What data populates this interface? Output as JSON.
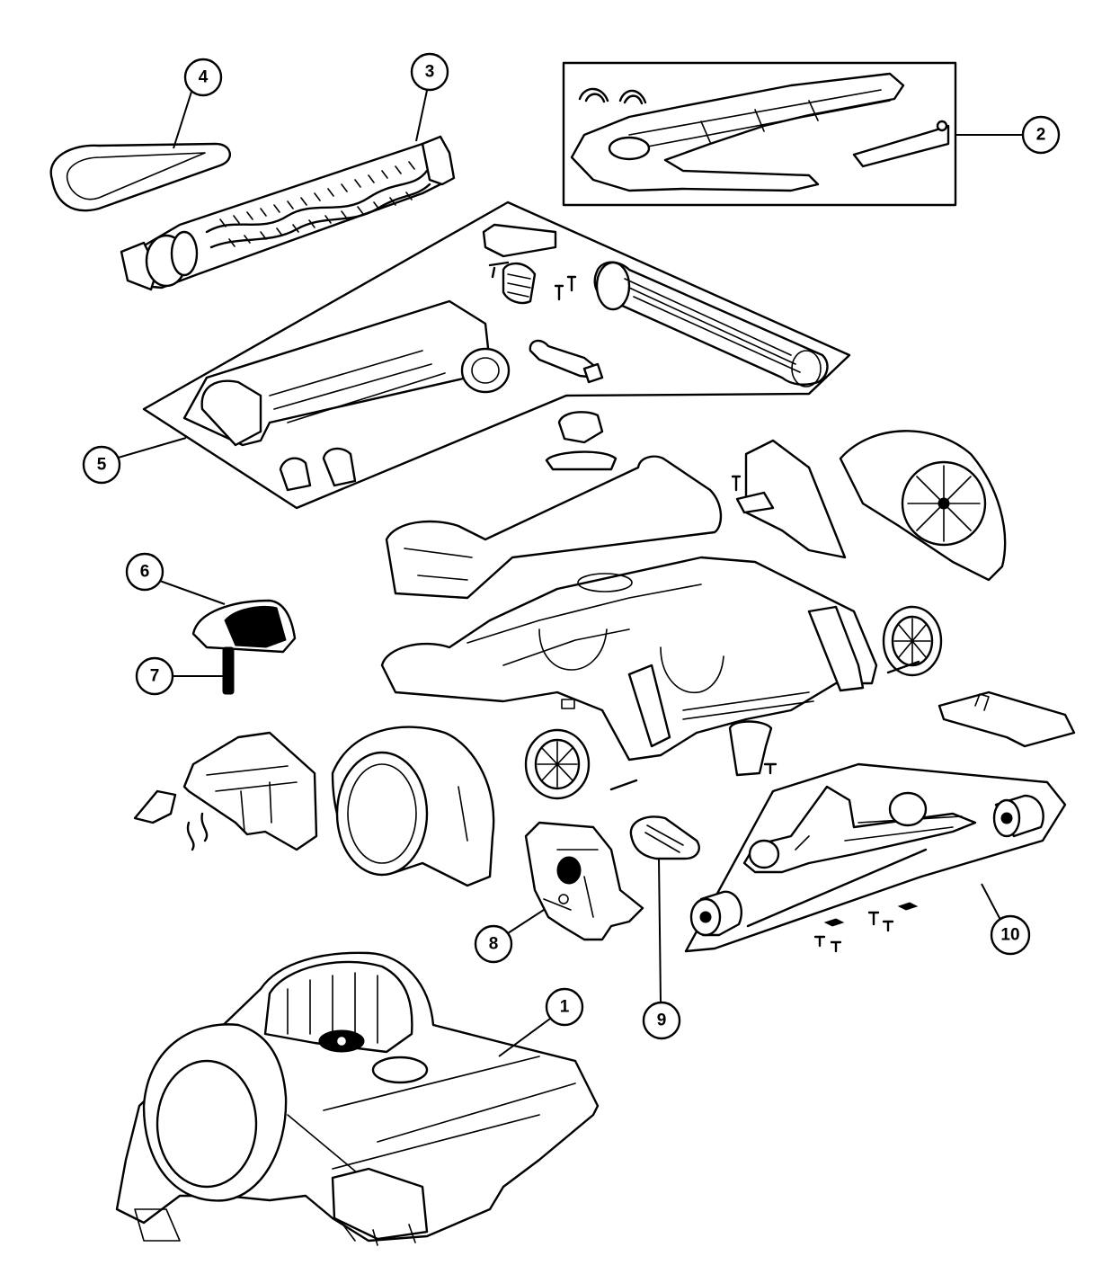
{
  "callouts": [
    {
      "id": "1",
      "label": "1"
    },
    {
      "id": "2",
      "label": "2"
    },
    {
      "id": "3",
      "label": "3"
    },
    {
      "id": "4",
      "label": "4"
    },
    {
      "id": "5",
      "label": "5"
    },
    {
      "id": "6",
      "label": "6"
    },
    {
      "id": "7",
      "label": "7"
    },
    {
      "id": "8",
      "label": "8"
    },
    {
      "id": "9",
      "label": "9"
    },
    {
      "id": "10",
      "label": "10"
    }
  ],
  "colors": {
    "ink": "#000000",
    "paper": "#ffffff",
    "shade": "#cfcfcf"
  }
}
